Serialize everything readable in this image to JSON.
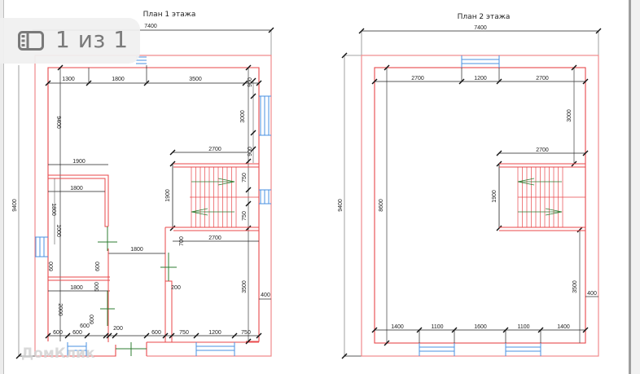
{
  "viewer": {
    "page_indicator": "1 из 1",
    "page_icon": "sidebar-panel-icon",
    "watermark": "ДомКлик"
  },
  "colors": {
    "wall": "#e8474a",
    "wall_outer": "#f08a8c",
    "window": "#4a90e2",
    "dimension": "#222222",
    "door_axis": "#2e7d32"
  },
  "floor1": {
    "title": "План 1 этажа",
    "overall_width": "7400",
    "overall_height": "9400",
    "top_segments": [
      "1300",
      "1800",
      "3500"
    ],
    "inner_left_height": "9400",
    "right_top": [
      "900",
      "3000",
      "900"
    ],
    "stair_width": "2700",
    "stair_height": "1900",
    "stair_right": [
      "750",
      "750"
    ],
    "lower_right_width": "2700",
    "lower_right_height": "3500",
    "lower_left_step": "700",
    "wall_right": "400",
    "left_room": {
      "width_outer": "1900",
      "width_inner": "1800",
      "h1": "1800",
      "h2": "1000",
      "h3": "600",
      "h4": "600",
      "bottom_width": "1800",
      "h5": "500",
      "h6": "2000"
    },
    "corridor_width": "1800",
    "door_partition": "200",
    "bottom_segments": [
      "600",
      "600",
      "600",
      "600",
      "200",
      "600",
      "750",
      "1200",
      "750"
    ]
  },
  "floor2": {
    "title": "План 2 этажа",
    "overall_width": "7400",
    "overall_height": "9400",
    "inner_height": "8600",
    "top_segments": [
      "2700",
      "1200",
      "2700"
    ],
    "right_top": "3000",
    "stair_width": "2700",
    "stair_height": "1900",
    "right_bottom": "3500",
    "wall_right": "400",
    "bottom_segments": [
      "1400",
      "1100",
      "1600",
      "1100",
      "1400"
    ]
  }
}
